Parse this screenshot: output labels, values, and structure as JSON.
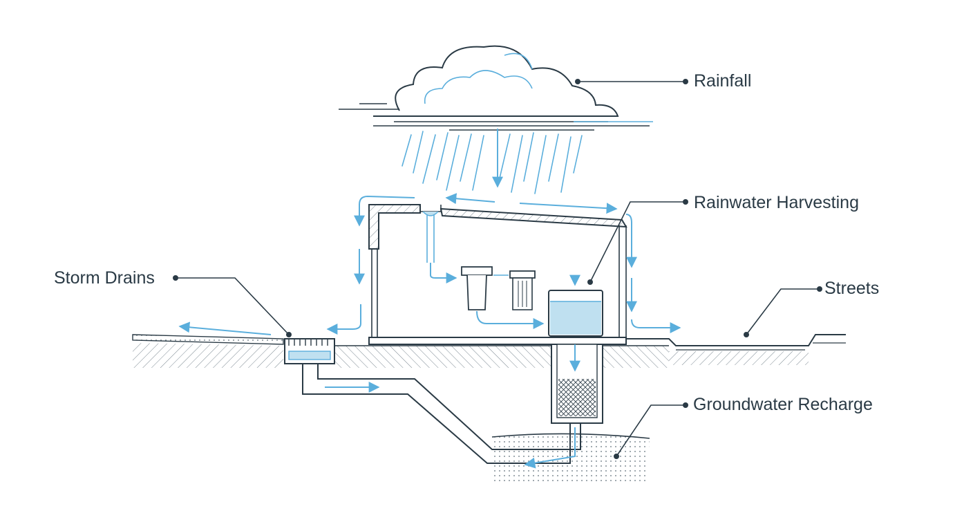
{
  "labels": {
    "rainfall": "Rainfall",
    "rainwater_harvesting": "Rainwater Harvesting",
    "storm_drains": "Storm Drains",
    "streets": "Streets",
    "groundwater_recharge": "Groundwater Recharge"
  },
  "colors": {
    "line": "#2a3a45",
    "water": "#5aaedc",
    "water_fill": "#bfe0f0",
    "background": "#ffffff"
  }
}
